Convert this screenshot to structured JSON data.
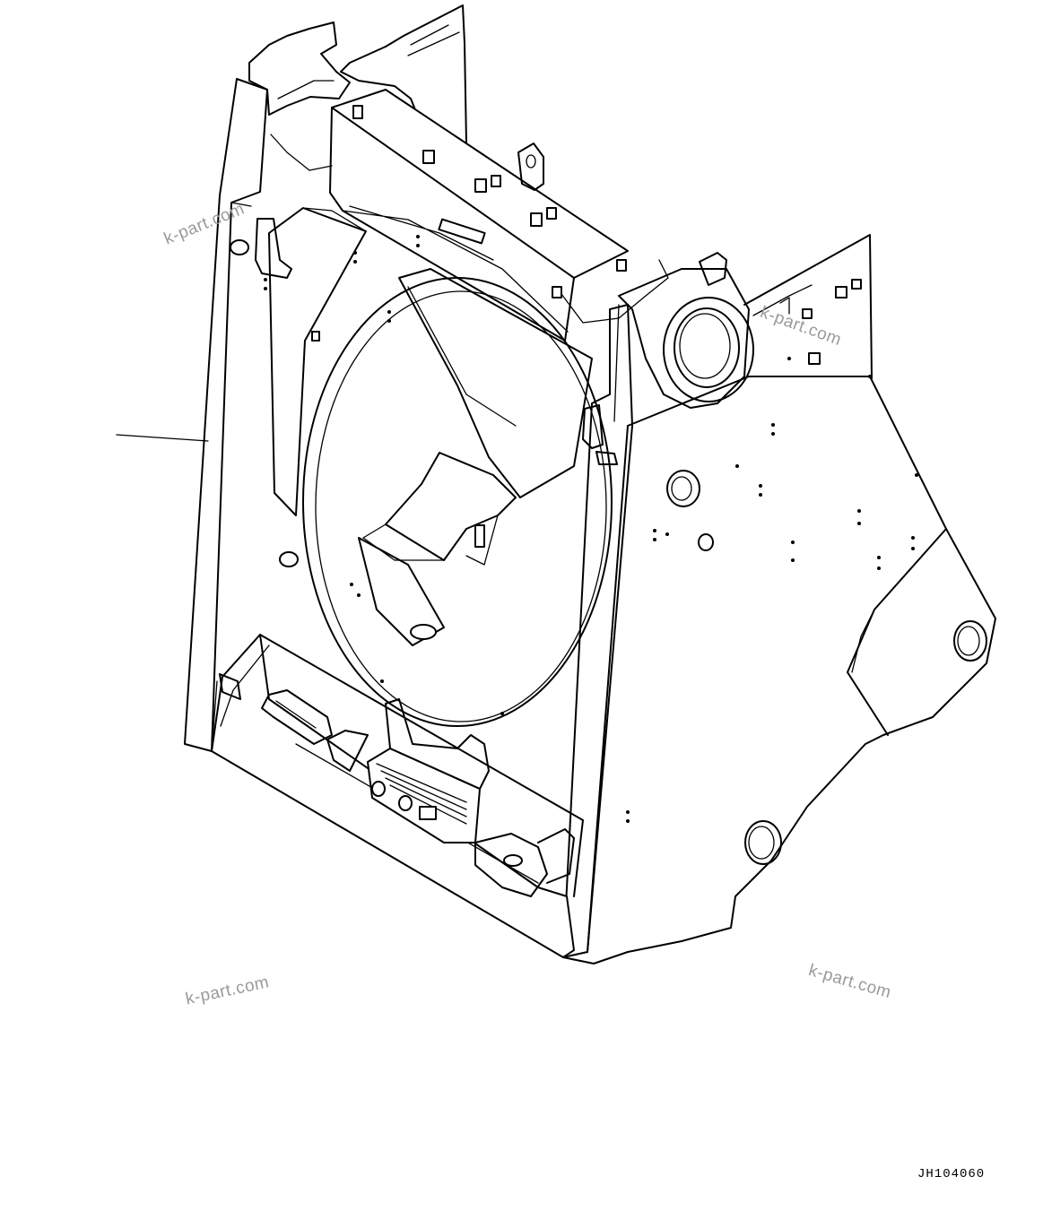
{
  "drawing": {
    "code": "JH104060",
    "watermarks": [
      "k-part.com",
      "k-part.com",
      "k-part.com",
      "k-part.com"
    ]
  }
}
